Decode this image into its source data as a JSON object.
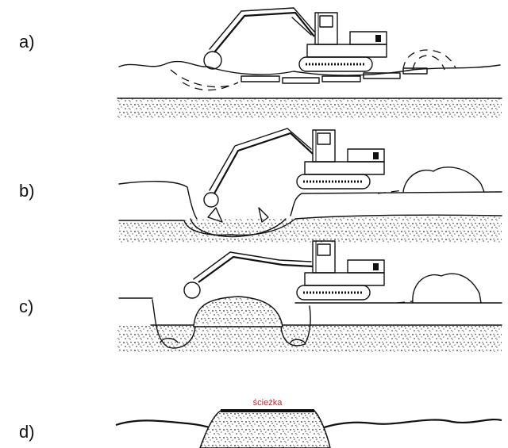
{
  "panels": [
    {
      "id": "a",
      "label": "a)"
    },
    {
      "id": "b",
      "label": "b)"
    },
    {
      "id": "c",
      "label": "c)"
    },
    {
      "id": "d",
      "label": "d)"
    }
  ],
  "annotation": {
    "path_label": "ścieżka",
    "color": "#d21f2a"
  }
}
